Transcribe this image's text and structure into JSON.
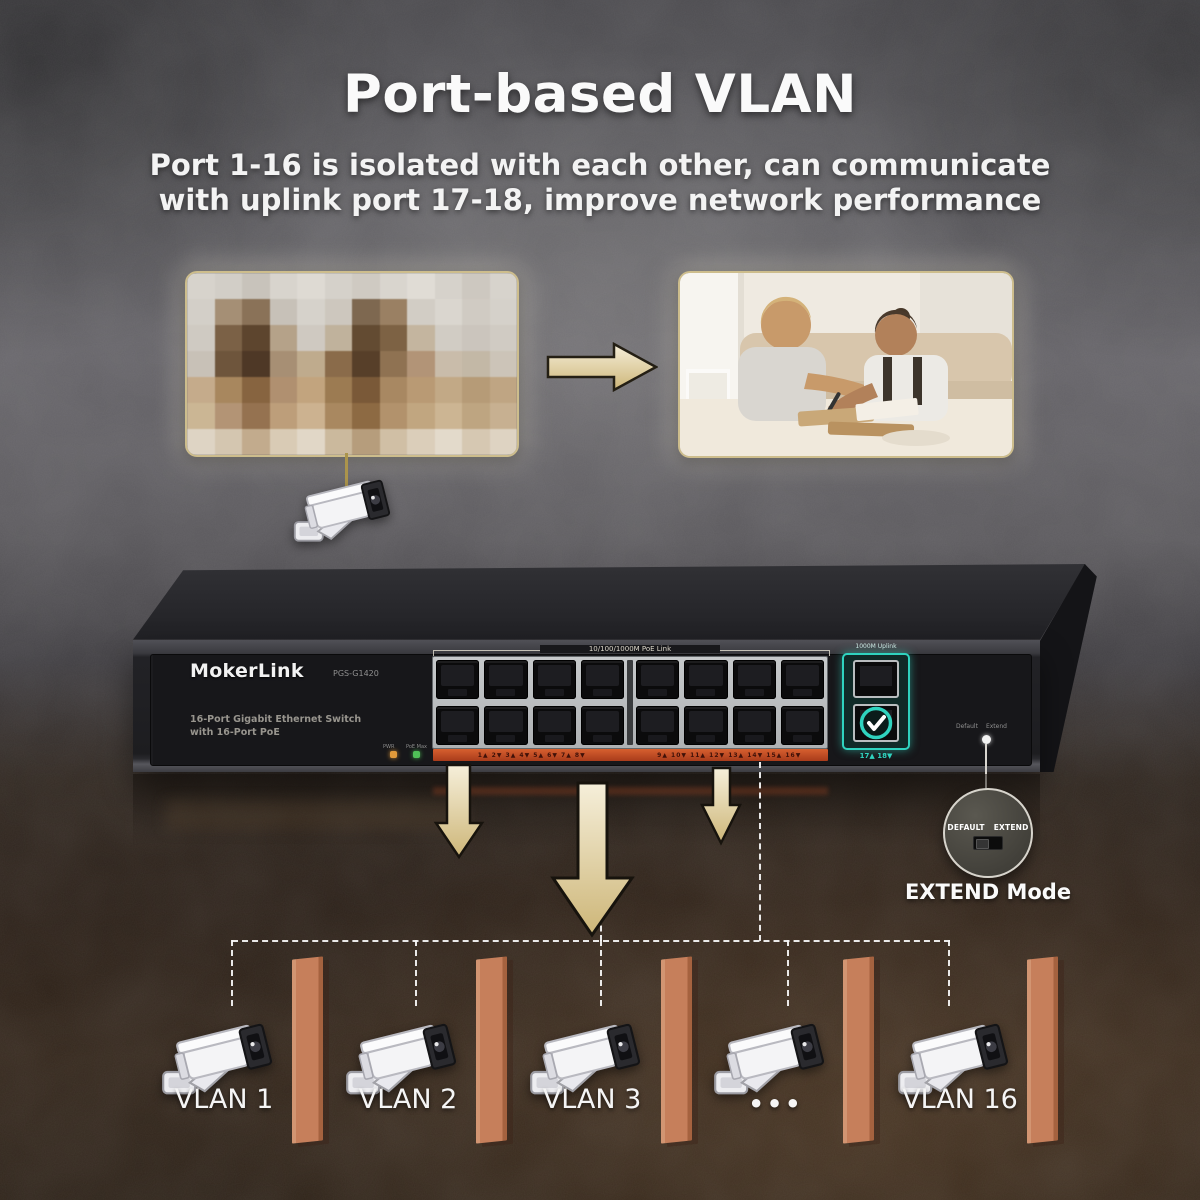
{
  "header": {
    "title": "Port-based VLAN",
    "subtitle_line1": "Port 1-16 is isolated with each other, can communicate",
    "subtitle_line2": "with uplink port 17-18, improve network performance"
  },
  "switch": {
    "brand": "MokerLink",
    "model": "PGS-G1420",
    "description_line1": "16-Port Gigabit Ethernet Switch",
    "description_line2": "with 16-Port PoE",
    "pwr_led_label": "PWR",
    "poe_led_label": "PoE Max",
    "port_group_label": "10/100/1000M PoE Link",
    "port_numbers_left": "1▲ 2▼ 3▲ 4▼ 5▲ 6▼ 7▲ 8▼",
    "port_numbers_right": "9▲ 10▼ 11▲ 12▼ 13▲ 14▼ 15▲ 16▼",
    "uplink_label": "1000M Uplink",
    "uplink_port_numbers": "17▲  18▼",
    "mode_label_default": "Default",
    "mode_label_extend": "Extend"
  },
  "extend_mode": {
    "default_label": "DEFAULT",
    "extend_label": "EXTEND",
    "caption": "EXTEND Mode"
  },
  "vlans": [
    {
      "label": "VLAN 1"
    },
    {
      "label": "VLAN 2"
    },
    {
      "label": "VLAN 3"
    },
    {
      "label": "•••"
    },
    {
      "label": "VLAN 16"
    }
  ],
  "colors": {
    "accent_gold": "#d8c084",
    "uplink_teal": "#2fd3bf",
    "strip_orange": "#c94f27",
    "wall_copper": "#c67f5b"
  },
  "mosaic_rows": [
    [
      "#d7d3cc",
      "#d2cec7",
      "#c8c3bb",
      "#d8d4cd",
      "#dedad3",
      "#d5d1ca",
      "#cfcac2",
      "#d9d5ce",
      "#e0dcd5",
      "#d6d2cb",
      "#cdc8c0",
      "#d7d3cc"
    ],
    [
      "#d3cfc8",
      "#a58f75",
      "#8a7258",
      "#c7c1b8",
      "#d6d2cb",
      "#cdc7be",
      "#7e6850",
      "#9a8063",
      "#d2cdc5",
      "#dad6cf",
      "#d0cbc3",
      "#d5d1ca"
    ],
    [
      "#cfcac2",
      "#7b6146",
      "#5d452e",
      "#b5a289",
      "#cfc9c1",
      "#c0b29c",
      "#634b32",
      "#7d6244",
      "#c4b59f",
      "#d1ccc4",
      "#cbc5bd",
      "#d0cbc3"
    ],
    [
      "#c8c1b7",
      "#6e553c",
      "#4e3826",
      "#a78f74",
      "#bfab8d",
      "#8a6b4a",
      "#573f29",
      "#8f7252",
      "#b29477",
      "#c9bcaa",
      "#c3b8a6",
      "#ccc4b8"
    ],
    [
      "#c5ab8b",
      "#a8875e",
      "#876440",
      "#b09070",
      "#c2a47e",
      "#9c7b52",
      "#7a5938",
      "#a88862",
      "#b99a74",
      "#c2a986",
      "#b69b77",
      "#bfa583"
    ],
    [
      "#cbb694",
      "#b39475",
      "#957250",
      "#bd9e7a",
      "#ccb290",
      "#a98860",
      "#8d6a43",
      "#b2926c",
      "#c1a680",
      "#ccb593",
      "#bea581",
      "#c7b091"
    ],
    [
      "#ded4c4",
      "#d4c6b0",
      "#c2ab8d",
      "#d9cbb5",
      "#e1d7c7",
      "#cbb99d",
      "#b69d7c",
      "#d0bfa5",
      "#dbceba",
      "#e3dacb",
      "#d6c8b2",
      "#ded3c2"
    ]
  ]
}
